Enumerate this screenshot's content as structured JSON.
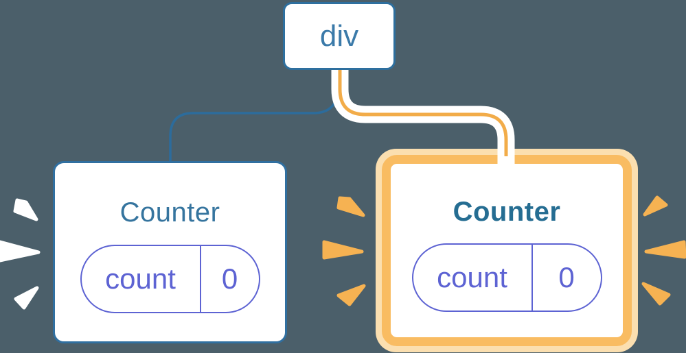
{
  "diagram": {
    "description": "React component tree: div root with two Counter children; right Counter re-rendering (highlighted)",
    "background_color": "#4B5F6A",
    "root": {
      "label": "div"
    },
    "children": [
      {
        "title": "Counter",
        "highlighted": false,
        "state": {
          "key": "count",
          "value": "0"
        }
      },
      {
        "title": "Counter",
        "highlighted": true,
        "state": {
          "key": "count",
          "value": "0"
        }
      }
    ],
    "colors": {
      "node_border_blue": "#2E6F9E",
      "node_text_blue": "#3B7AA9",
      "card_border_blue": "#306FA0",
      "title_blue": "#35749E",
      "title_blue_bold": "#256D92",
      "state_purple": "#5D63D3",
      "connector_blue": "#2C6C9C",
      "connector_orange": "#F2AC49",
      "connector_casing": "#FFFFFF",
      "highlight_border_orange": "#F9BC62",
      "highlight_glow_orange": "#FBDFB0",
      "spark_orange": "#F6B252",
      "spark_white": "#FFFFFF"
    }
  }
}
